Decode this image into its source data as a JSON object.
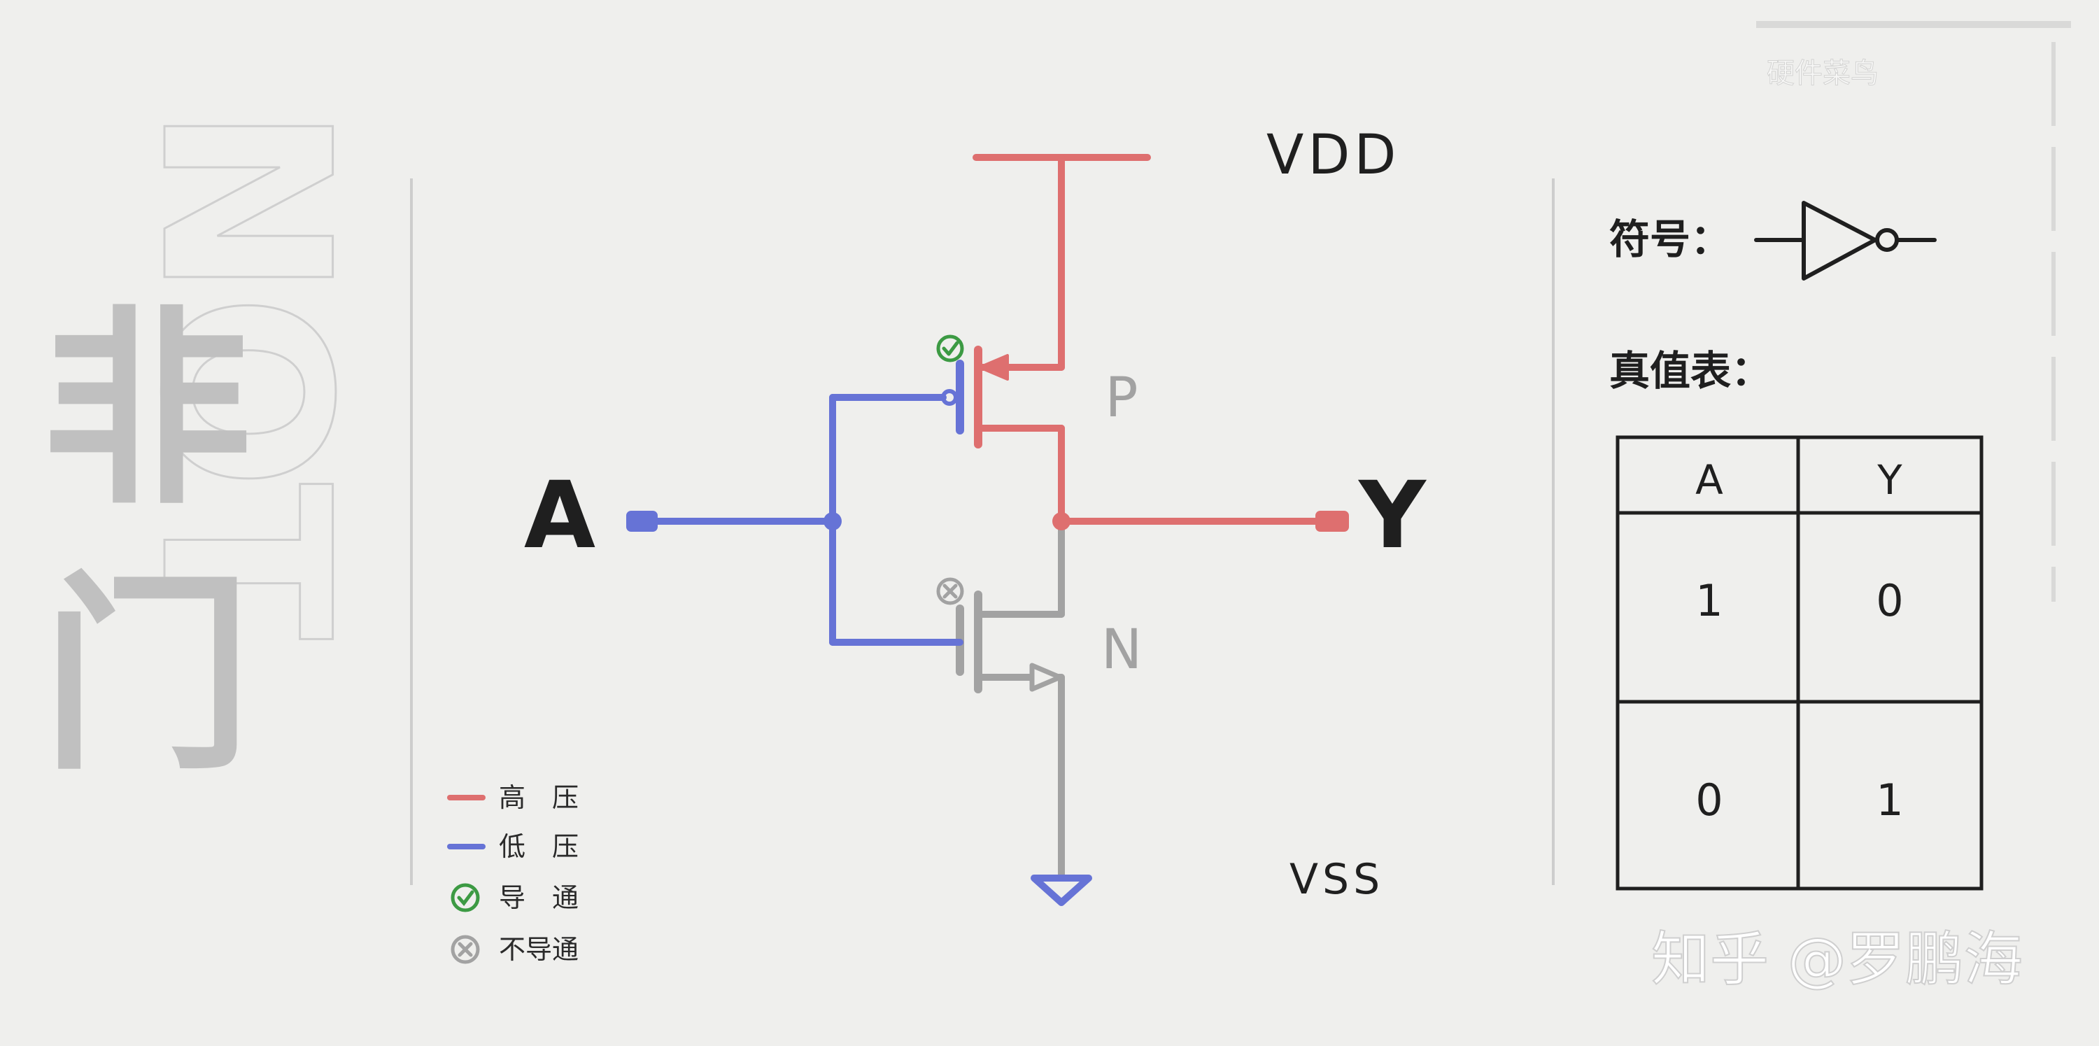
{
  "title": {
    "watermark_letters": "NOT",
    "chinese_title": "非门"
  },
  "corner_mark": "硬件菜鸟",
  "circuit": {
    "vdd_label": "VDD",
    "vss_label": "VSS",
    "input_label": "A",
    "output_label": "Y",
    "pmos_label": "P",
    "nmos_label": "N",
    "pmos_state": "conducting",
    "nmos_state": "non-conducting"
  },
  "colors": {
    "high": "#de6f6f",
    "low": "#6673d6",
    "off": "#a2a2a2",
    "on_check": "#3c9a43",
    "text": "#1f1f1f"
  },
  "legend": [
    {
      "icon": "line-high",
      "label": "高　压"
    },
    {
      "icon": "line-low",
      "label": "低　压"
    },
    {
      "icon": "check-circle-icon",
      "label": "导　通"
    },
    {
      "icon": "x-circle-icon",
      "label": "不导通"
    }
  ],
  "symbol_label": "符号：",
  "truth_table_label": "真值表：",
  "truth_table": {
    "headers": [
      "A",
      "Y"
    ],
    "rows": [
      [
        "1",
        "0"
      ],
      [
        "0",
        "1"
      ]
    ]
  },
  "credit": "知乎 @罗鹏海"
}
